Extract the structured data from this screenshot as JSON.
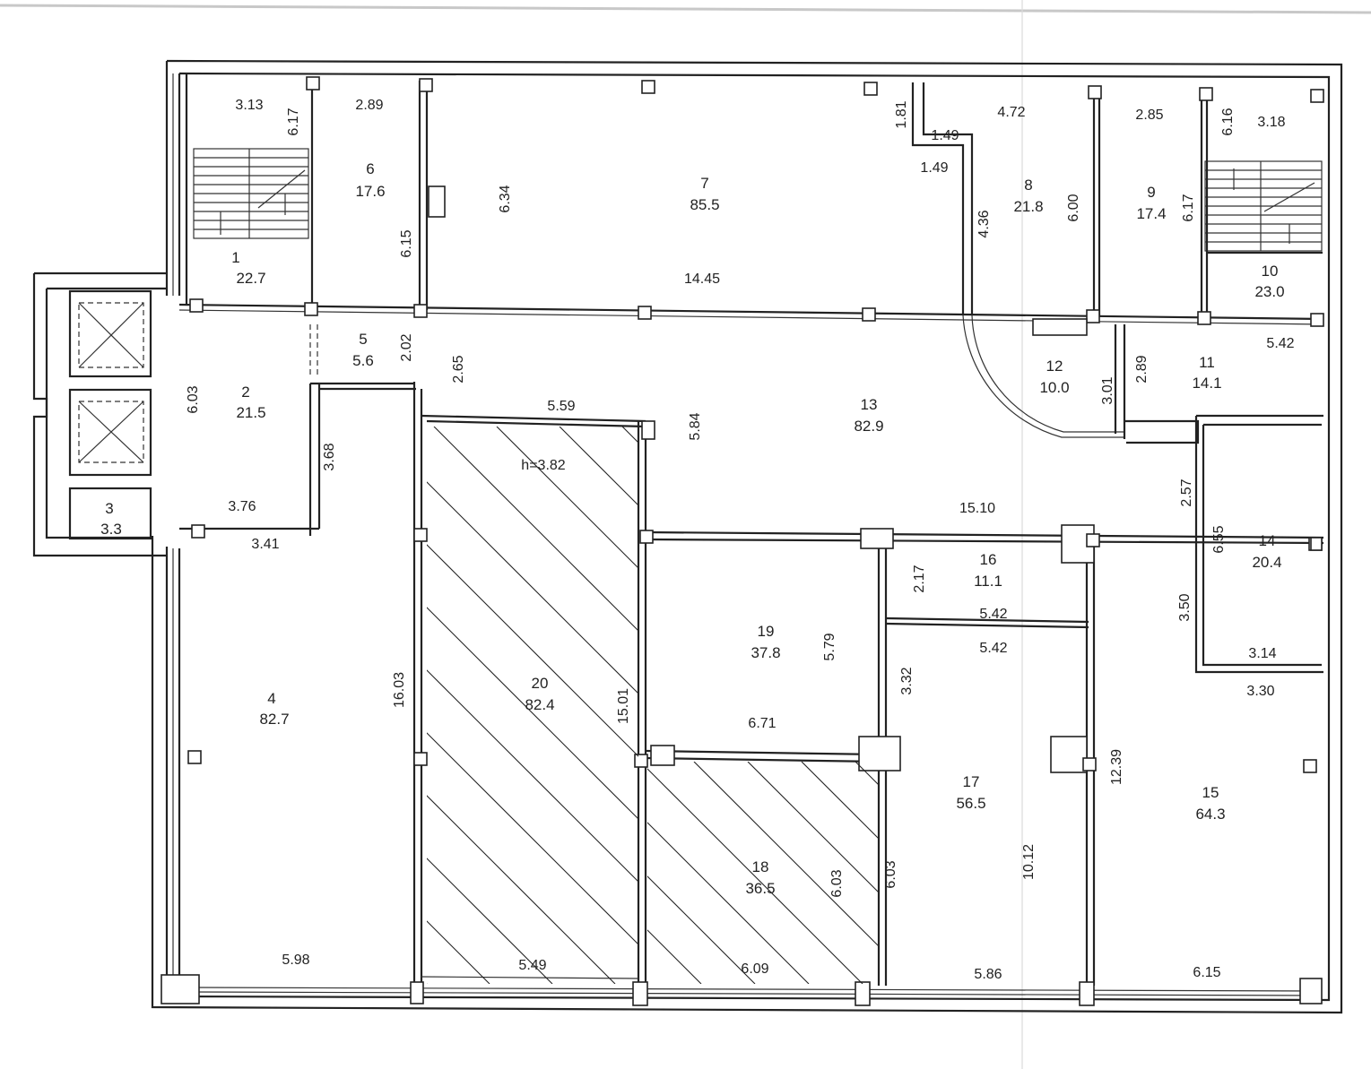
{
  "rooms": [
    {
      "id": "1",
      "area": "22.7"
    },
    {
      "id": "2",
      "area": "21.5"
    },
    {
      "id": "3",
      "area": "3.3"
    },
    {
      "id": "4",
      "area": "82.7"
    },
    {
      "id": "5",
      "area": "5.6"
    },
    {
      "id": "6",
      "area": "17.6"
    },
    {
      "id": "7",
      "area": "85.5"
    },
    {
      "id": "8",
      "area": "21.8"
    },
    {
      "id": "9",
      "area": "17.4"
    },
    {
      "id": "10",
      "area": "23.0"
    },
    {
      "id": "11",
      "area": "14.1"
    },
    {
      "id": "12",
      "area": "10.0"
    },
    {
      "id": "13",
      "area": "82.9"
    },
    {
      "id": "14",
      "area": "20.4"
    },
    {
      "id": "15",
      "area": "64.3"
    },
    {
      "id": "16",
      "area": "11.1"
    },
    {
      "id": "17",
      "area": "56.5"
    },
    {
      "id": "18",
      "area": "36.5"
    },
    {
      "id": "19",
      "area": "37.8"
    },
    {
      "id": "20",
      "area": "82.4"
    }
  ],
  "height_note": "h=3.82",
  "dimensions": [
    {
      "text": "3.13"
    },
    {
      "text": "6.17"
    },
    {
      "text": "2.89"
    },
    {
      "text": "6.15"
    },
    {
      "text": "6.34"
    },
    {
      "text": "14.45"
    },
    {
      "text": "1.81"
    },
    {
      "text": "1.49"
    },
    {
      "text": "1.49"
    },
    {
      "text": "4.72"
    },
    {
      "text": "4.36"
    },
    {
      "text": "6.00"
    },
    {
      "text": "2.85"
    },
    {
      "text": "6.17"
    },
    {
      "text": "6.16"
    },
    {
      "text": "3.18"
    },
    {
      "text": "5.42"
    },
    {
      "text": "2.89"
    },
    {
      "text": "3.01"
    },
    {
      "text": "2.02"
    },
    {
      "text": "2.65"
    },
    {
      "text": "5.59"
    },
    {
      "text": "5.84"
    },
    {
      "text": "6.03"
    },
    {
      "text": "3.68"
    },
    {
      "text": "3.76"
    },
    {
      "text": "3.41"
    },
    {
      "text": "15.10"
    },
    {
      "text": "2.57"
    },
    {
      "text": "6.55"
    },
    {
      "text": "3.50"
    },
    {
      "text": "3.14"
    },
    {
      "text": "3.30"
    },
    {
      "text": "2.17"
    },
    {
      "text": "5.42"
    },
    {
      "text": "5.42"
    },
    {
      "text": "5.79"
    },
    {
      "text": "3.32"
    },
    {
      "text": "6.71"
    },
    {
      "text": "16.03"
    },
    {
      "text": "15.01"
    },
    {
      "text": "12.39"
    },
    {
      "text": "10.12"
    },
    {
      "text": "6.03"
    },
    {
      "text": "6.03"
    },
    {
      "text": "5.98"
    },
    {
      "text": "5.49"
    },
    {
      "text": "6.09"
    },
    {
      "text": "5.86"
    },
    {
      "text": "6.15"
    }
  ]
}
